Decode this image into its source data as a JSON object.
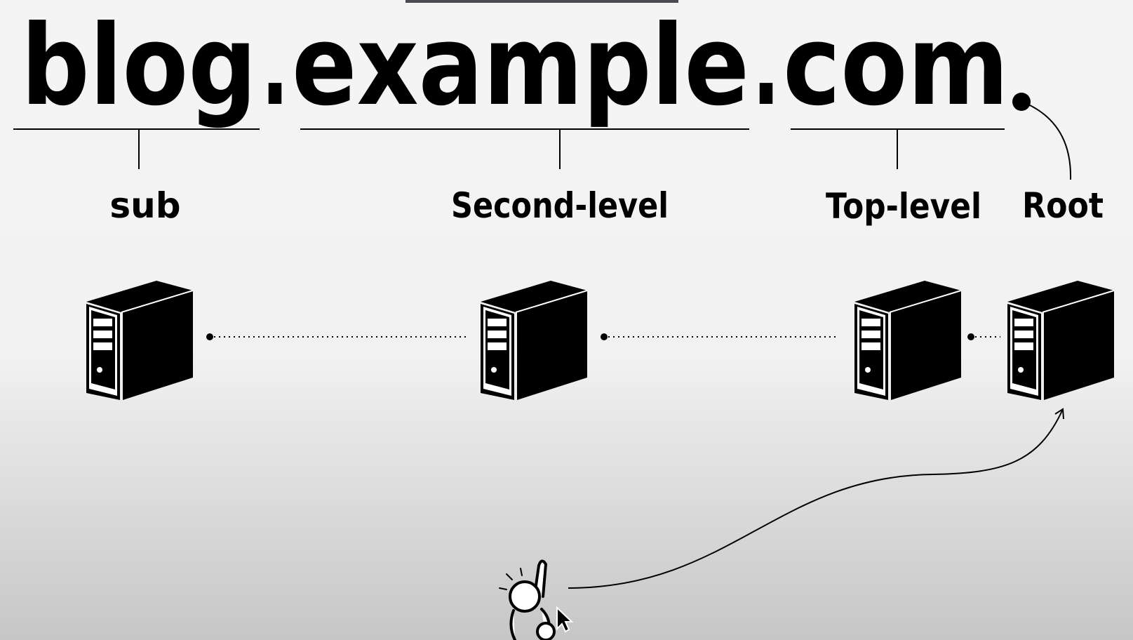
{
  "domain": {
    "parts": [
      "blog",
      ".",
      "example",
      ".",
      "com",
      "."
    ]
  },
  "labels": {
    "sub": "sub",
    "second_level": "Second-level",
    "top_level": "Top-level",
    "root": "Root"
  },
  "servers": [
    "sub",
    "second-level",
    "top-level",
    "root"
  ],
  "icons": {
    "server": "server-tower-icon",
    "user": "person-raising-hand-icon",
    "cursor": "mouse-pointer-icon"
  },
  "colors": {
    "ink": "#000000",
    "background_top": "#f4f4f4",
    "background_bottom": "#c6c6c6",
    "top_bar": "#4a4a52"
  }
}
